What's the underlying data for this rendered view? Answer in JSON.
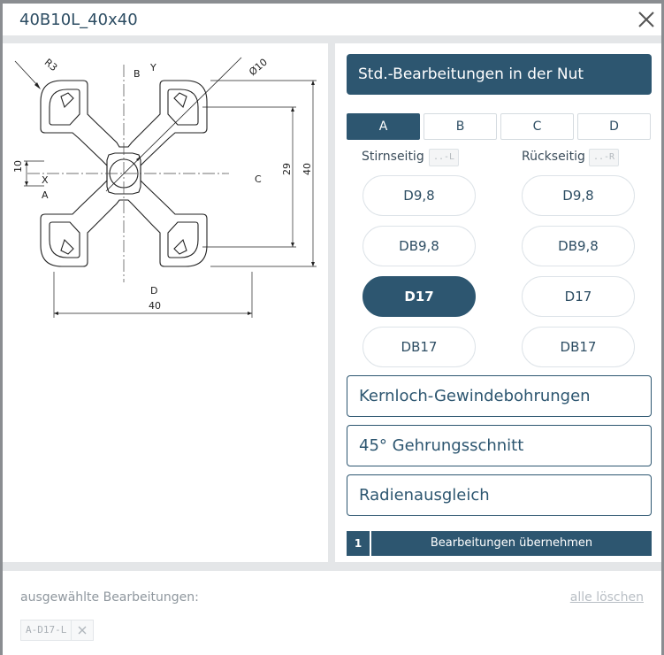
{
  "dialog": {
    "title": "40B10L_40x40"
  },
  "drawing": {
    "radius_label": "R3",
    "diameter_label": "Ø10",
    "label_b": "B",
    "label_y": "Y",
    "label_x": "X",
    "label_a": "A",
    "label_c": "C",
    "label_d": "D",
    "dim_left": "10",
    "dim_inner": "29",
    "dim_outer": "40",
    "dim_bottom": "40"
  },
  "panel": {
    "header": "Std.-Bearbeitungen in der Nut",
    "tabs": [
      "A",
      "B",
      "C",
      "D"
    ],
    "active_tab": "A",
    "front_label": "Stirnseitig",
    "front_code": "..-L",
    "back_label": "Rückseitig",
    "back_code": "..-R",
    "front_options": [
      "D9,8",
      "DB9,8",
      "D17",
      "DB17"
    ],
    "back_options": [
      "D9,8",
      "DB9,8",
      "D17",
      "DB17"
    ],
    "selected_front": "D17",
    "extra_buttons": [
      "Kernloch-Gewindebohrungen",
      "45° Gehrungsschnitt",
      "Radienausgleich"
    ],
    "apply_count": "1",
    "apply_label": "Bearbeitungen übernehmen"
  },
  "footer": {
    "selected_label": "ausgewählte Bearbeitungen:",
    "clear_all": "alle löschen",
    "selected_items": [
      "A-D17-L"
    ]
  },
  "colors": {
    "primary": "#2d5670",
    "text": "#2d4d63",
    "border": "#dde3e8",
    "backdrop": "#8a8d91"
  }
}
